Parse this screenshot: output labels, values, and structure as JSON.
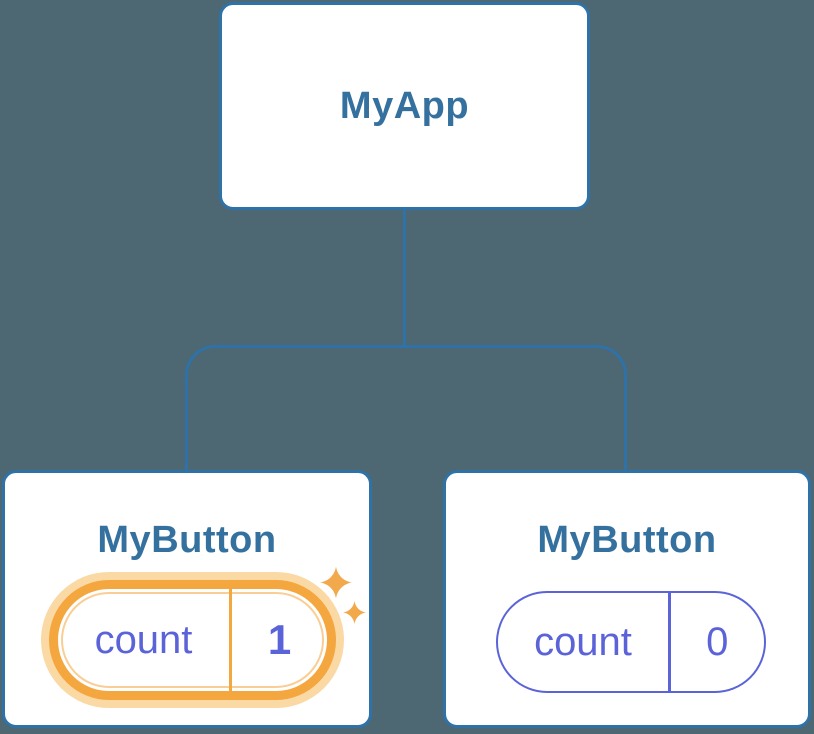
{
  "tree": {
    "root": {
      "label": "MyApp"
    },
    "children": [
      {
        "label": "MyButton",
        "state_key": "count",
        "state_value": "1",
        "highlighted": true
      },
      {
        "label": "MyButton",
        "state_key": "count",
        "state_value": "0",
        "highlighted": false
      }
    ]
  },
  "icons": {
    "highlight": "sparkle-icon"
  },
  "colors": {
    "background": "#4D6773",
    "connector": "#2E72A8",
    "card_border": "#2E72A8",
    "card_background": "#FFFFFF",
    "component_title": "#35719F",
    "state_text": "#5B63D9",
    "state_pill_border": "#5B63D9",
    "highlight_ring": "#F4A63F",
    "highlight_glow": "#FBD9A5",
    "sparkle": "#F2A94C"
  }
}
